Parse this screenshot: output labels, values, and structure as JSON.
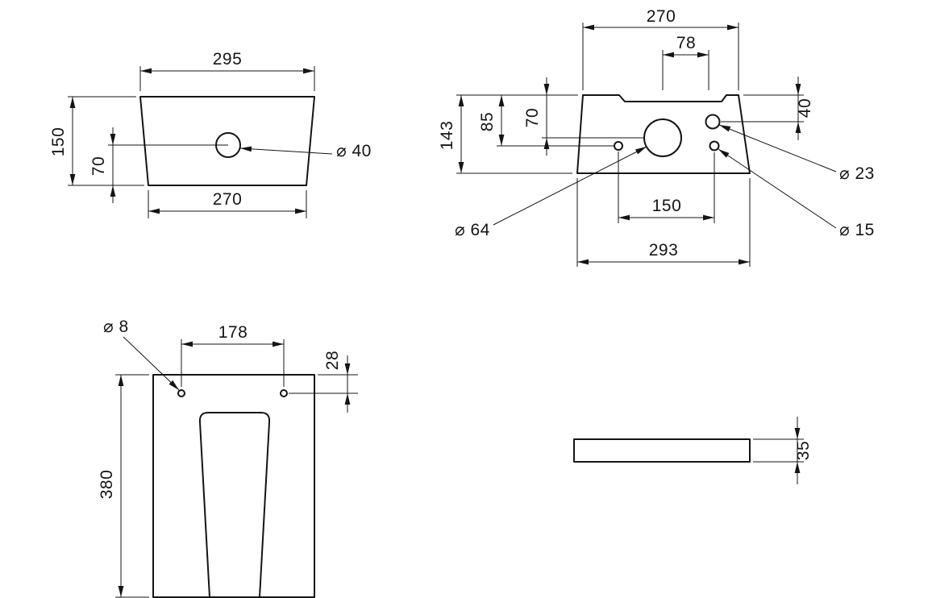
{
  "colors": {
    "line": "#141414",
    "background": "#ffffff"
  },
  "views": {
    "cistern_front": {
      "dim_width_top": "295",
      "dim_height": "150",
      "dim_hole_height": "70",
      "dim_width_bottom": "270",
      "label_hole_dia": "⌀ 40"
    },
    "cistern_top": {
      "dim_width_top": "270",
      "dim_button_offset": "78",
      "dim_depth_total": "143",
      "dim_depth_85": "85",
      "dim_depth_70": "70",
      "dim_hole_offset": "40",
      "label_dia_64": "⌀ 64",
      "label_dia_23": "⌀ 23",
      "label_dia_15": "⌀ 15",
      "dim_holes_span": "150",
      "dim_width_bottom": "293"
    },
    "pan_front": {
      "label_dia_8": "⌀ 8",
      "dim_holes_span": "178",
      "dim_hole_offset": "28",
      "dim_height": "380"
    },
    "lid_side": {
      "dim_thickness": "35"
    }
  }
}
